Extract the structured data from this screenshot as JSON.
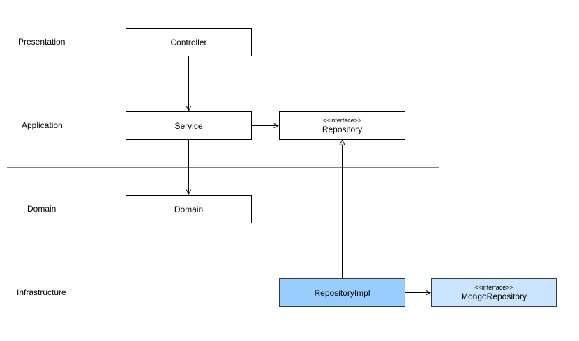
{
  "layers": {
    "presentation": "Presentation",
    "application": "Application",
    "domain": "Domain",
    "infrastructure": "Infrastructure"
  },
  "nodes": {
    "controller": {
      "name": "Controller"
    },
    "service": {
      "name": "Service"
    },
    "repository": {
      "stereotype": "<<interface>>",
      "name": "Repository"
    },
    "domain": {
      "name": "Domain"
    },
    "repository_impl": {
      "name": "RepositoryImpl",
      "fill": "#99ccff",
      "border": "#36393d"
    },
    "mongo_repository": {
      "stereotype": "<<interface>>",
      "name": "MongoRepository",
      "fill": "#cce5ff",
      "border": "#36393d"
    }
  },
  "colors": {
    "separator": "#808080",
    "line": "#000000"
  }
}
